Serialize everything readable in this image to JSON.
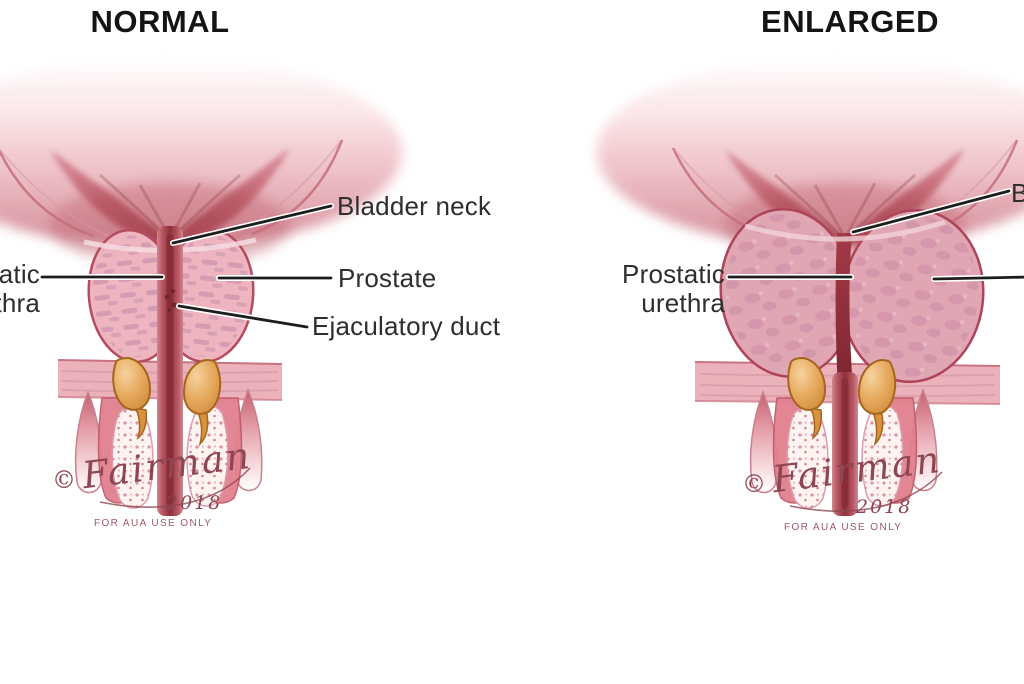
{
  "titles": {
    "normal": "NORMAL",
    "enlarged": "ENLARGED"
  },
  "labels": {
    "bladder_neck": "Bladder neck",
    "prostate": "Prostate",
    "ejaculatory_duct": "Ejaculatory duct",
    "prostatic_urethra": "Prostatic urethra"
  },
  "signature": {
    "symbol": "©",
    "artist": "Fairman",
    "year": "2018",
    "notice": "FOR AUA USE ONLY"
  },
  "colors": {
    "background": "#ffffff",
    "title_text": "#141414",
    "label_text": "#2e2e2e",
    "leader_line": "#1d1d1d",
    "signature": "#8d4652",
    "notice_text": "#9c5a66",
    "tissue_light": "#f4cbd2",
    "tissue_mid": "#dc97a3",
    "tissue_deep": "#a84a56",
    "prostate_normal_fill": "#eeb5c1",
    "prostate_enlarged_fill": "#e0a6b4",
    "prostate_outline": "#b24a5e",
    "urethra": "#8f2f3a",
    "gland_orange": "#dc9a44",
    "band_pink": "#ecb2bc"
  }
}
